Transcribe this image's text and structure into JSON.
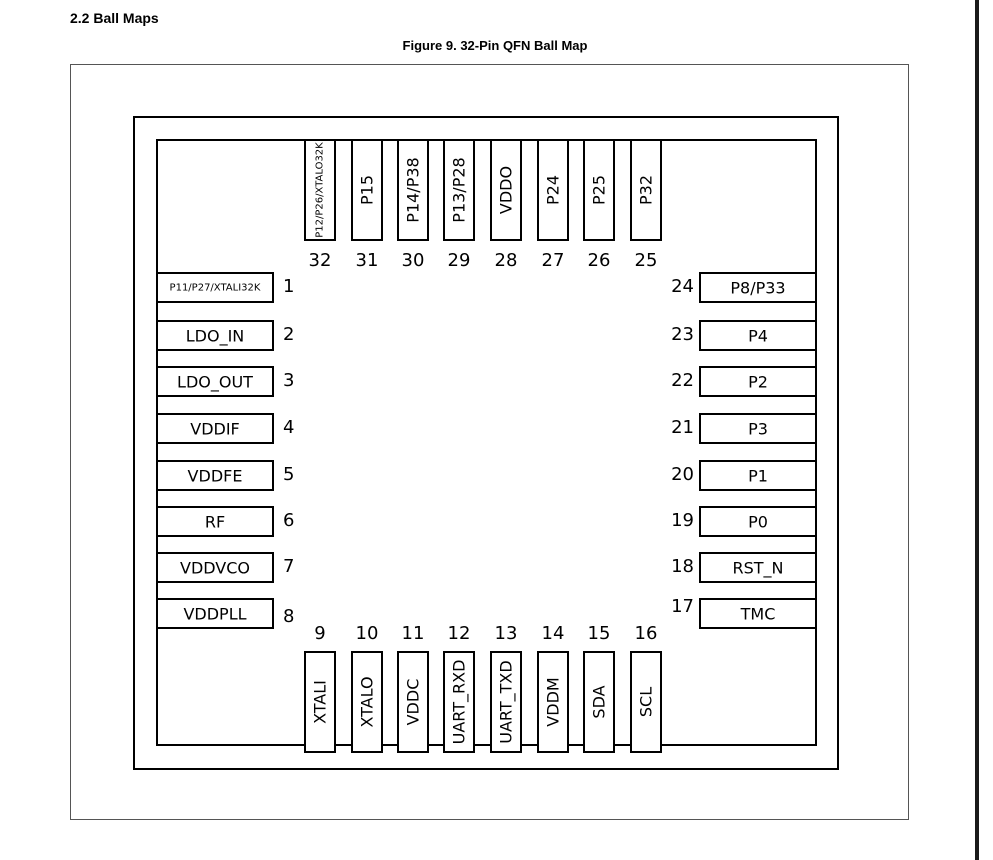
{
  "section_heading": "2.2 Ball Maps",
  "figure_caption": "Figure 9. 32-Pin QFN Ball Map",
  "pins": {
    "left": [
      {
        "number": "1",
        "label": "P11/P27/XTALI32K"
      },
      {
        "number": "2",
        "label": "LDO_IN"
      },
      {
        "number": "3",
        "label": "LDO_OUT"
      },
      {
        "number": "4",
        "label": "VDDIF"
      },
      {
        "number": "5",
        "label": "VDDFE"
      },
      {
        "number": "6",
        "label": "RF"
      },
      {
        "number": "7",
        "label": "VDDVCO"
      },
      {
        "number": "8",
        "label": "VDDPLL"
      }
    ],
    "bottom": [
      {
        "number": "9",
        "label": "XTALI"
      },
      {
        "number": "10",
        "label": "XTALO"
      },
      {
        "number": "11",
        "label": "VDDC"
      },
      {
        "number": "12",
        "label": "UART_RXD"
      },
      {
        "number": "13",
        "label": "UART_TXD"
      },
      {
        "number": "14",
        "label": "VDDM"
      },
      {
        "number": "15",
        "label": "SDA"
      },
      {
        "number": "16",
        "label": "SCL"
      }
    ],
    "right": [
      {
        "number": "17",
        "label": "TMC"
      },
      {
        "number": "18",
        "label": "RST_N"
      },
      {
        "number": "19",
        "label": "P0"
      },
      {
        "number": "20",
        "label": "P1"
      },
      {
        "number": "21",
        "label": "P3"
      },
      {
        "number": "22",
        "label": "P2"
      },
      {
        "number": "23",
        "label": "P4"
      },
      {
        "number": "24",
        "label": "P8/P33"
      }
    ],
    "top": [
      {
        "number": "25",
        "label": "P32"
      },
      {
        "number": "26",
        "label": "P25"
      },
      {
        "number": "27",
        "label": "P24"
      },
      {
        "number": "28",
        "label": "VDDO"
      },
      {
        "number": "29",
        "label": "P13/P28"
      },
      {
        "number": "30",
        "label": "P14/P38"
      },
      {
        "number": "31",
        "label": "P15"
      },
      {
        "number": "32",
        "label": "P12/P26/XTALO32K"
      }
    ]
  }
}
